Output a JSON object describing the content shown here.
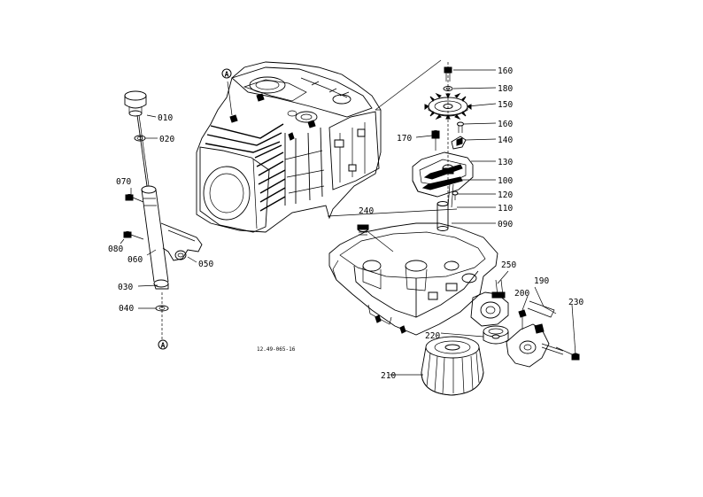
{
  "diagram": {
    "caption": "12.49-065-16",
    "marker_letter": "A",
    "part_numbers": {
      "p010": "010",
      "p020": "020",
      "p030": "030",
      "p040": "040",
      "p050": "050",
      "p060": "060",
      "p070": "070",
      "p080": "080",
      "p090": "090",
      "p100": "100",
      "p110": "110",
      "p120": "120",
      "p130": "130",
      "p140": "140",
      "p150": "150",
      "p160a": "160",
      "p160b": "160",
      "p170": "170",
      "p180": "180",
      "p190": "190",
      "p200": "200",
      "p210": "210",
      "p220": "220",
      "p230": "230",
      "p240": "240",
      "p250": "250"
    }
  }
}
